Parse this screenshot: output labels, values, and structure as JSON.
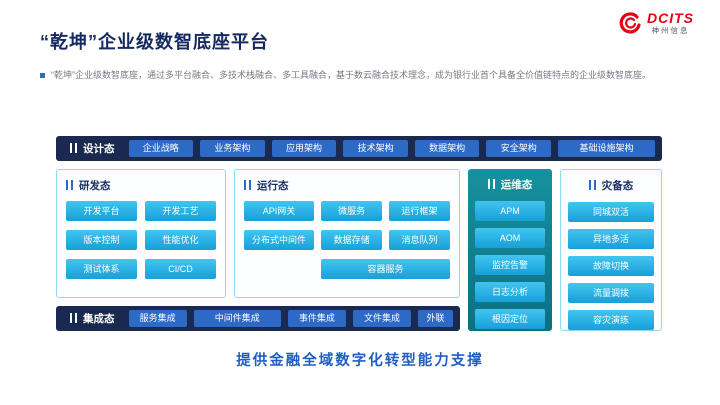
{
  "logo": {
    "brand": "DCITS",
    "company": "神州信息"
  },
  "header": {
    "title": "“乾坤”企业级数智底座平台",
    "subtitle": "“乾坤”企业级数智底座，通过多平台融合、多技术栈融合、多工具融合，基于数云融合技术理念，成为银行业首个具备全价值链特点的企业级数智底座。"
  },
  "diagram": {
    "design": {
      "label": "设计态",
      "items": [
        "企业战略",
        "业务架构",
        "应用架构",
        "技术架构",
        "数据架构",
        "安全架构",
        "基础设施架构"
      ]
    },
    "dev": {
      "label": "研发态",
      "items": [
        "开发平台",
        "开发工艺",
        "版本控制",
        "性能优化",
        "测试体系",
        "CI/CD"
      ]
    },
    "run": {
      "label": "运行态",
      "items": [
        "API网关",
        "微服务",
        "运行框架",
        "分布式中间件",
        "数据存储",
        "消息队列",
        "容器服务"
      ]
    },
    "ops": {
      "label": "运维态",
      "items": [
        "APM",
        "AOM",
        "监控告警",
        "日志分析",
        "根因定位"
      ]
    },
    "dr": {
      "label": "灾备态",
      "items": [
        "同城双活",
        "异地多活",
        "故障切换",
        "流量调拨",
        "容灾演练"
      ]
    },
    "integration": {
      "label": "集成态",
      "items": [
        "服务集成",
        "中间件集成",
        "事件集成",
        "文件集成",
        "外联"
      ]
    }
  },
  "footer": {
    "text": "提供金融全域数字化转型能力支撑"
  },
  "colors": {
    "navy": "#19294f",
    "blue": "#2d6ac6",
    "cyan_top": "#41c4ef",
    "cyan_bottom": "#17a0d9",
    "teal": "#17919f",
    "title_navy": "#152a5e",
    "footer_blue": "#1f5ec4",
    "logo_red": "#e60012"
  }
}
